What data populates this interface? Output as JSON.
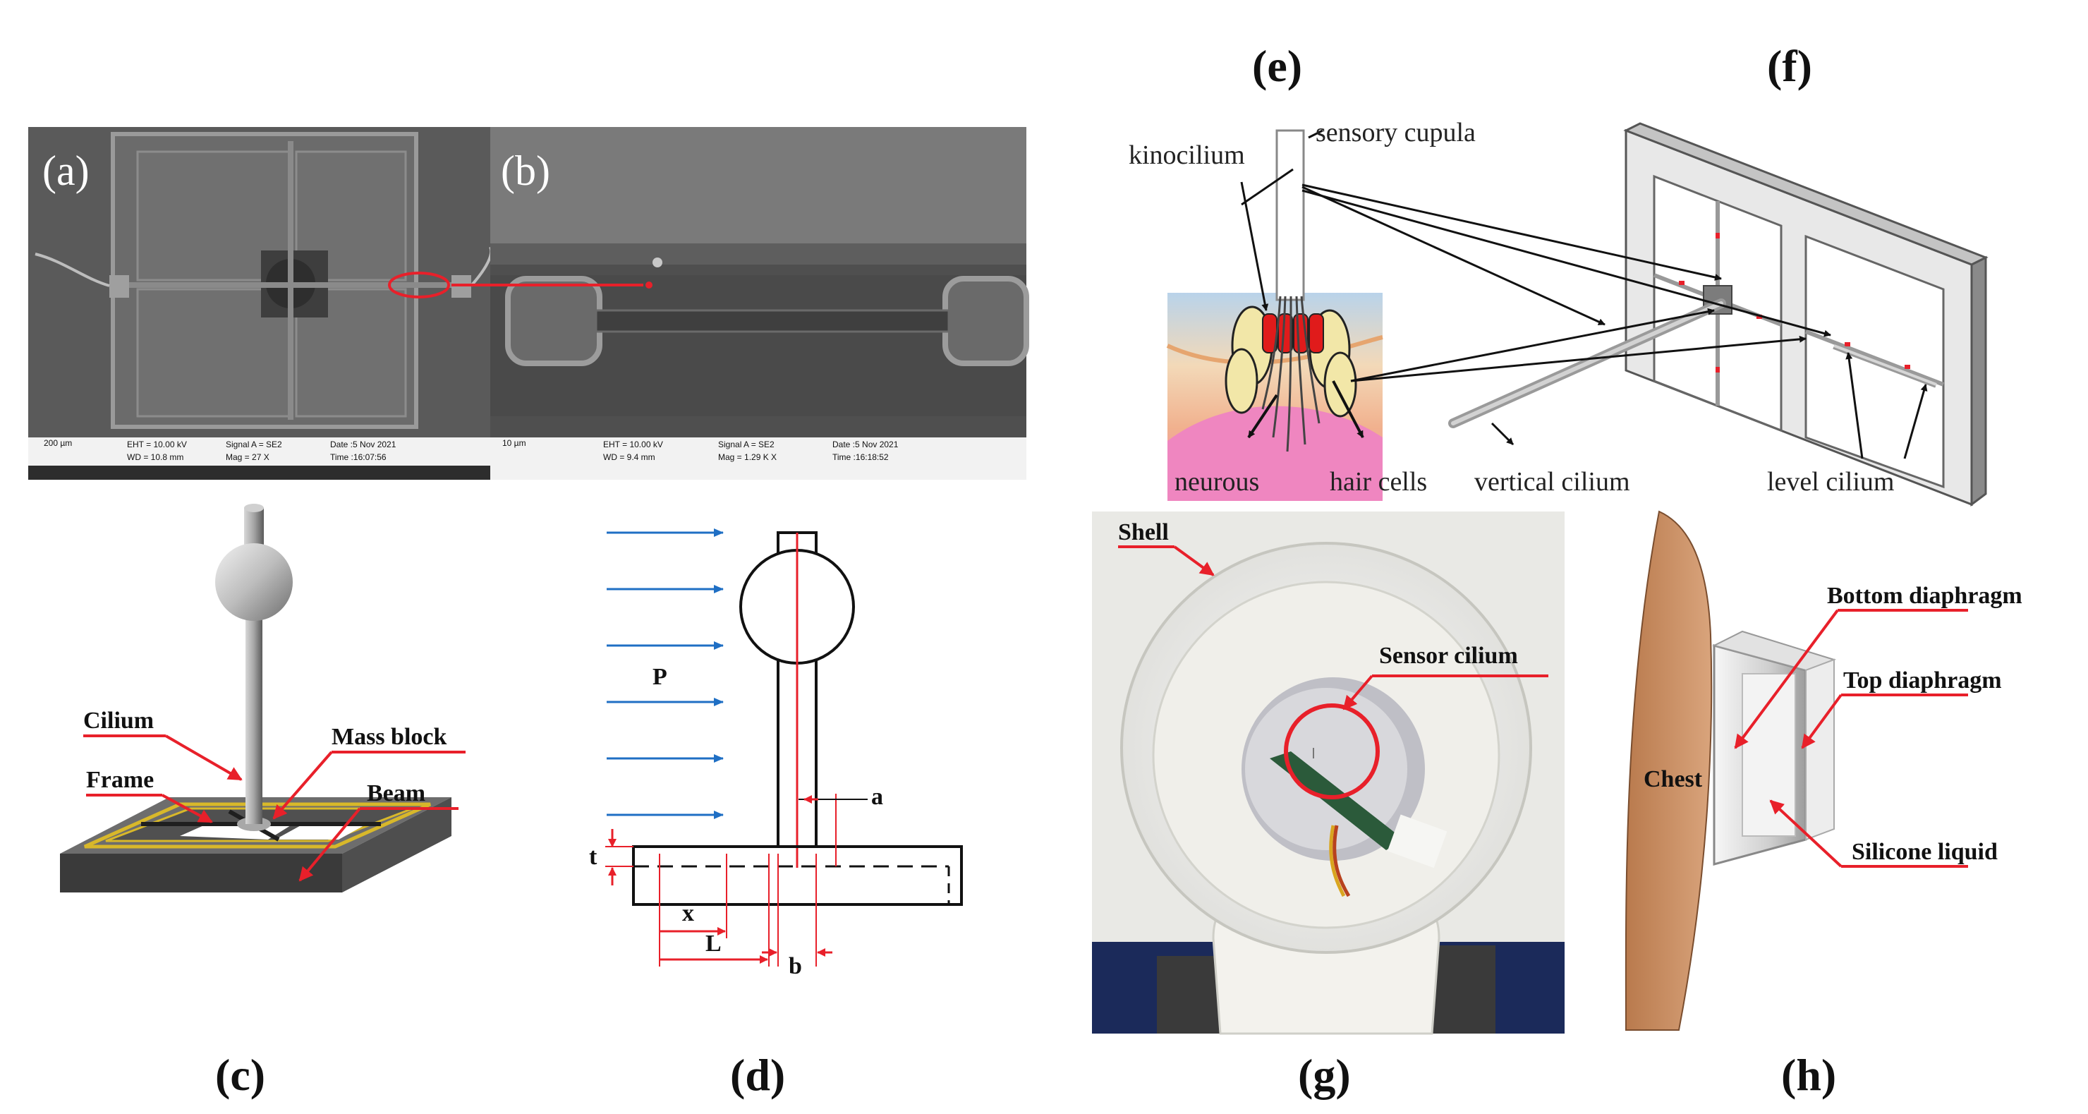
{
  "panels": {
    "a": {
      "label": "(a)",
      "scale": "200 µm",
      "eht": "EHT = 10.00 kV",
      "wd": "WD = 10.8 mm",
      "signal": "Signal A = SE2",
      "mag": "Mag = 27 X",
      "date": "Date :5 Nov 2021",
      "time": "Time :16:07:56"
    },
    "b": {
      "label": "(b)",
      "scale": "10 µm",
      "eht": "EHT = 10.00 kV",
      "wd": "WD = 9.4 mm",
      "signal": "Signal A = SE2",
      "mag": "Mag = 1.29 K X",
      "date": "Date :5 Nov 2021",
      "time": "Time :16:18:52"
    },
    "c": {
      "label": "(c)",
      "cilium": "Cilium",
      "mass_block": "Mass block",
      "frame": "Frame",
      "beam": "Beam"
    },
    "d": {
      "label": "(d)",
      "p": "P",
      "a": "a",
      "t": "t",
      "x": "x",
      "L": "L",
      "b": "b"
    },
    "e": {
      "label": "(e)",
      "kinocilium": "kinocilium",
      "sensory_cupula": "sensory cupula",
      "neurous": "neurous",
      "hair_cells": "hair cells"
    },
    "f": {
      "label": "(f)",
      "vertical_cilium": "vertical cilium",
      "level_cilium": "level cilium"
    },
    "g": {
      "label": "(g)",
      "shell": "Shell",
      "sensor_cilium": "Sensor cilium"
    },
    "h": {
      "label": "(h)",
      "bottom_diaphragm": "Bottom diaphragm",
      "top_diaphragm": "Top diaphragm",
      "chest": "Chest",
      "silicone_liquid": "Silicone liquid"
    }
  },
  "colors": {
    "annotation_red": "#e8202a",
    "arrow_blue": "#1f6fc4",
    "sem_gray": "#4a4a4a",
    "chest_brown": "#c98f63"
  }
}
